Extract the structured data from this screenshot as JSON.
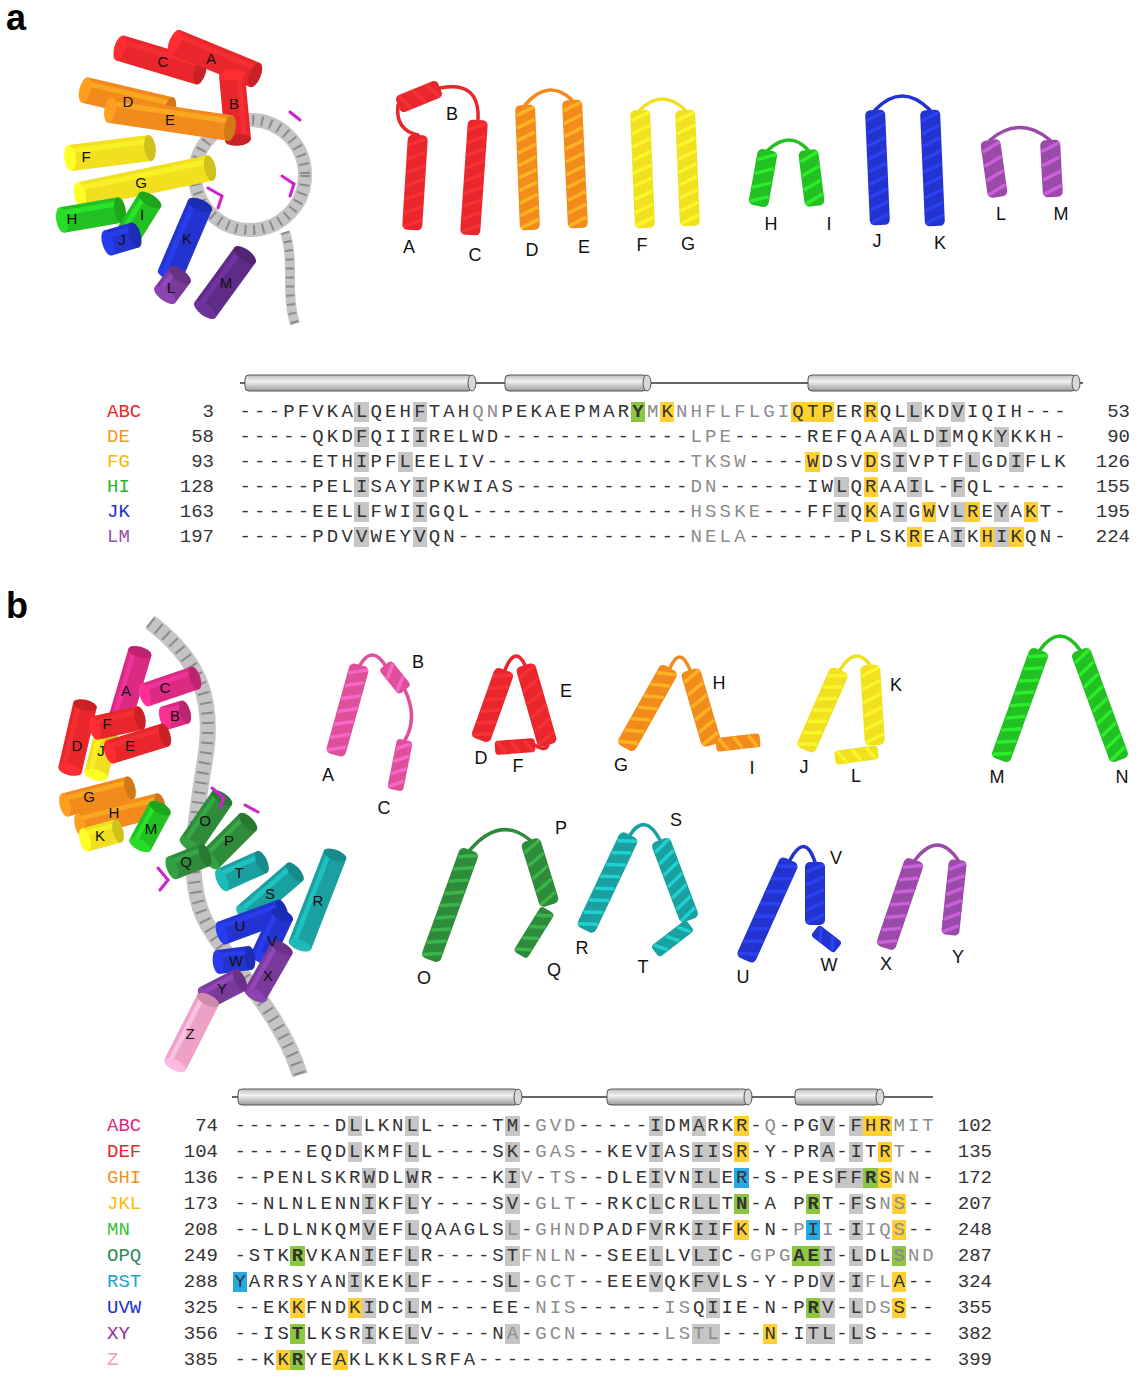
{
  "diagram": {
    "labels": [
      "a",
      "b",
      "C",
      "A",
      "B",
      "D",
      "E",
      "F",
      "G",
      "H",
      "I",
      "J",
      "K",
      "L",
      "M",
      "B",
      "A",
      "C",
      "D",
      "E",
      "F",
      "G",
      "H",
      "I",
      "J",
      "K",
      "L",
      "M",
      "ABC",
      "3",
      "---PFVKALQEHFTAHQNPEKAEPMARYMKNHFLFLGIQTPERRQLLKDVIQIH---",
      "53",
      "DE",
      "58",
      "-----QKDFQIIIRELWD-------------LPE-----REFQAAALDIMQKYKKH-",
      "90",
      "FG",
      "93",
      "-----ETHIPFLEELIV--------------TKSW----WDSVDSIVPTFLGDIFLK",
      "126",
      "HI",
      "128",
      "-----PELISAYIPKWIAS------------DN------IWLQRAAIL-FQL-----",
      "155",
      "JK",
      "163",
      "-----EELLFWIIGQL---------------HSSKE---FFIQKAIGWVLREYAKT-",
      "195",
      "LM",
      "197",
      "-----PDVVWEYVQN----------------NELA-------PLSKREAIKHIKQN-",
      "224",
      "A",
      "C",
      "B",
      "F",
      "D",
      "J",
      "E",
      "G",
      "H",
      "K",
      "M",
      "O",
      "P",
      "Q",
      "T",
      "S",
      "R",
      "U",
      "V",
      "W",
      "X",
      "Y",
      "Z",
      "A",
      "B",
      "C",
      "D",
      "E",
      "F",
      "G",
      "H",
      "I",
      "J",
      "K",
      "L",
      "M",
      "N",
      "O",
      "P",
      "Q",
      "R",
      "S",
      "T",
      "U",
      "V",
      "W",
      "X",
      "Y",
      "ABC",
      "74",
      "-------DLLKNLL----TM-GVD-----IDMARKR-Q-PGV-FHRMIT",
      "102",
      "DEF",
      "104",
      "-----EQDLKMFLL----SK-GAS--KEVIASIISR-Y-PRA-ITRT--",
      "135",
      "GHI",
      "136",
      "--PENLSKRWDLWR----KIV-TS--DLEIVNILER-S-PESFFRSNN-",
      "172",
      "JKL",
      "173",
      "--NLNLENNIKFLY----SV-GLT--RKCLCRLLTN-A PRT-FSNS--",
      "207",
      "MN",
      "208",
      "--LDLNKQMVEFLQAAGLSL-GHNDPADFVRKIIFK-N-PII-IIQS--",
      "248",
      "OPQ",
      "249",
      "-STKRVKANIEFLR----STFNLN--SEELLVLIC-GPGAEI-LDLSND",
      "287",
      "RST",
      "288",
      "YARRSYANIKEKLF----SL-GCT--EEEVQKFVLS-Y-PDV-IFLA--",
      "324",
      "UVW",
      "325",
      "--EKKFNDKIDCLM----EE-NIS------ISQIIE-N-PRV-LDSS--",
      "355",
      "XY",
      "356",
      "--ISTLKSRIKELV----NA-GCN------LSTL---N-ITL-LS----",
      "382",
      "Z",
      "385",
      "--KKRYEAKLKKLSRFA--------------------------------",
      "399"
    ]
  }
}
